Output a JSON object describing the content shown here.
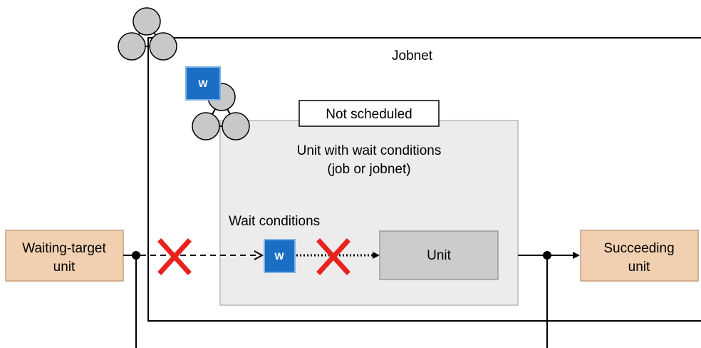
{
  "jobnet": {
    "label": "Jobnet"
  },
  "status_box": {
    "label": "Not scheduled"
  },
  "wait_unit": {
    "title_line1": "Unit with wait conditions",
    "title_line2": "(job or jobnet)",
    "wait_conditions_label": "Wait conditions",
    "unit_label": "Unit"
  },
  "waiting_target": {
    "line1": "Waiting-target",
    "line2": "unit"
  },
  "succeeding": {
    "line1": "Succeeding",
    "line2": "unit"
  },
  "wait_icon": {
    "glyph": "W"
  },
  "colors": {
    "unit_box": "#f0d0b0",
    "wait_area": "#ececec",
    "unit_inner": "#cccccc",
    "wait_icon": "#1a6fc4",
    "cross": "#e8231f",
    "node": "#c8c8c8"
  }
}
